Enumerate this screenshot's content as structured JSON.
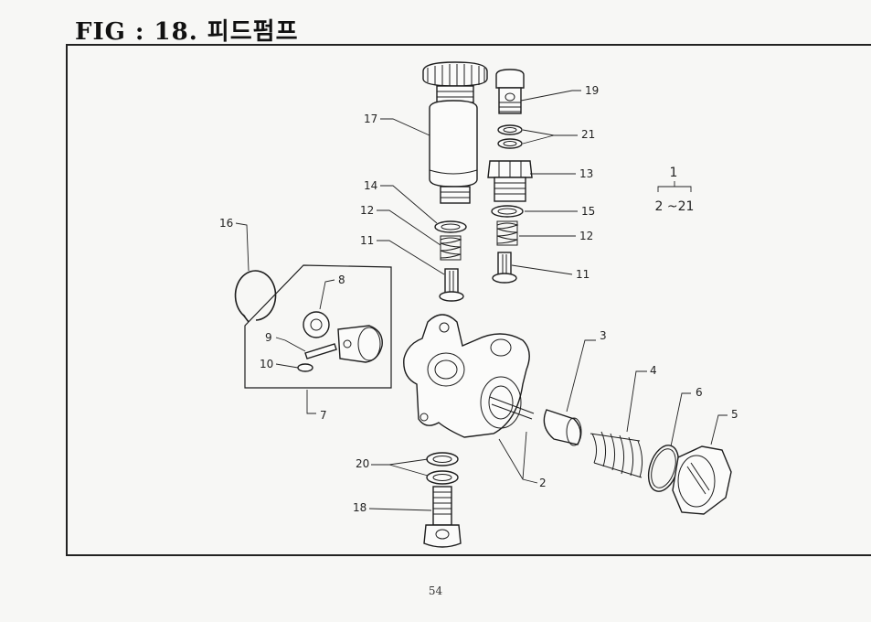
{
  "title": "FIG : 18. 피드펌프",
  "page_number": "54",
  "assembly_note": {
    "parent": "1",
    "range": "2 ~21"
  },
  "callouts": {
    "c19": "19",
    "c21": "21",
    "c17": "17",
    "c13": "13",
    "c14": "14",
    "c15": "15",
    "c12a": "12",
    "c12b": "12",
    "c11a": "11",
    "c11b": "11",
    "c16": "16",
    "c8": "8",
    "c9": "9",
    "c10": "10",
    "c7": "7",
    "c3": "3",
    "c4": "4",
    "c6": "6",
    "c5": "5",
    "c2": "2",
    "c20": "20",
    "c18": "18"
  }
}
